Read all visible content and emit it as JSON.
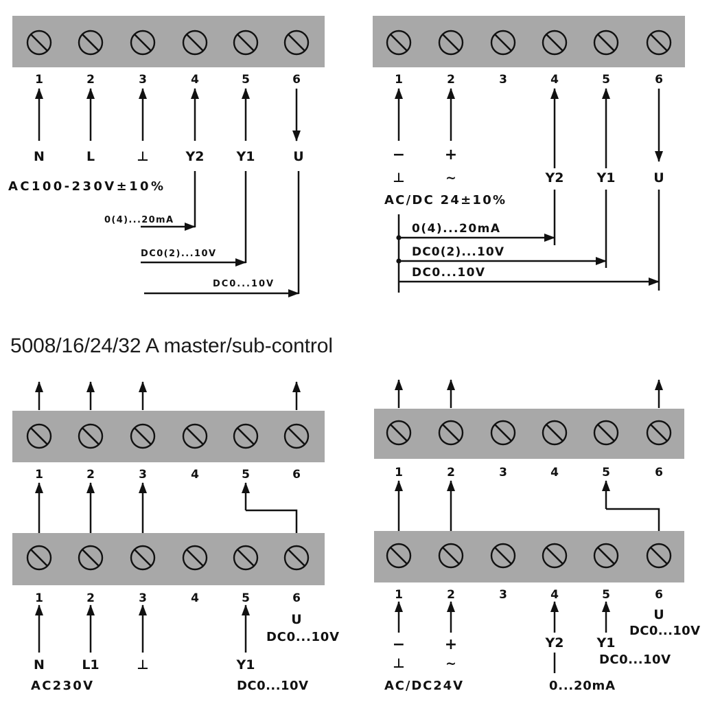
{
  "colors": {
    "terminal_block": "#a8a8a8",
    "ink": "#111111"
  },
  "top_left": {
    "terminal_numbers": [
      "1",
      "2",
      "3",
      "4",
      "5",
      "6"
    ],
    "wire_labels": [
      "N",
      "L",
      "⊥",
      "Y2",
      "Y1",
      "U"
    ],
    "supply": "AC100-230V±10%",
    "signals": [
      "0(4)...20mA",
      "DC0(2)...10V",
      "DC0...10V"
    ]
  },
  "top_right": {
    "terminal_numbers": [
      "1",
      "2",
      "3",
      "4",
      "5",
      "6"
    ],
    "polarity": [
      "−",
      "+"
    ],
    "symbols": [
      "⊥",
      "~"
    ],
    "wire_labels": [
      "Y2",
      "Y1",
      "U"
    ],
    "supply": "AC/DC 24±10%",
    "signals": [
      "0(4)...20mA",
      "DC0(2)...10V",
      "DC0...10V"
    ]
  },
  "section_title": "5008/16/24/32 A master/sub-control",
  "bottom_left": {
    "upper_terminal_numbers": [
      "1",
      "2",
      "3",
      "4",
      "5",
      "6"
    ],
    "lower_terminal_numbers": [
      "1",
      "2",
      "3",
      "4",
      "5",
      "6"
    ],
    "output_label": "U",
    "output_signal": "DC0...10V",
    "wire_labels": [
      "N",
      "L1",
      "⊥",
      "Y1"
    ],
    "supply": "AC230V",
    "input_signal": "DC0...10V"
  },
  "bottom_right": {
    "upper_terminal_numbers": [
      "1",
      "2",
      "3",
      "4",
      "5",
      "6"
    ],
    "lower_terminal_numbers": [
      "1",
      "2",
      "3",
      "4",
      "5",
      "6"
    ],
    "output_label": "U",
    "output_signal": "DC0...10V",
    "polarity": [
      "−",
      "+"
    ],
    "symbols": [
      "⊥",
      "~"
    ],
    "wire_labels": [
      "Y2",
      "Y1"
    ],
    "input_signal": "DC0...10V",
    "supply": "AC/DC24V",
    "current_signal": "0...20mA"
  }
}
